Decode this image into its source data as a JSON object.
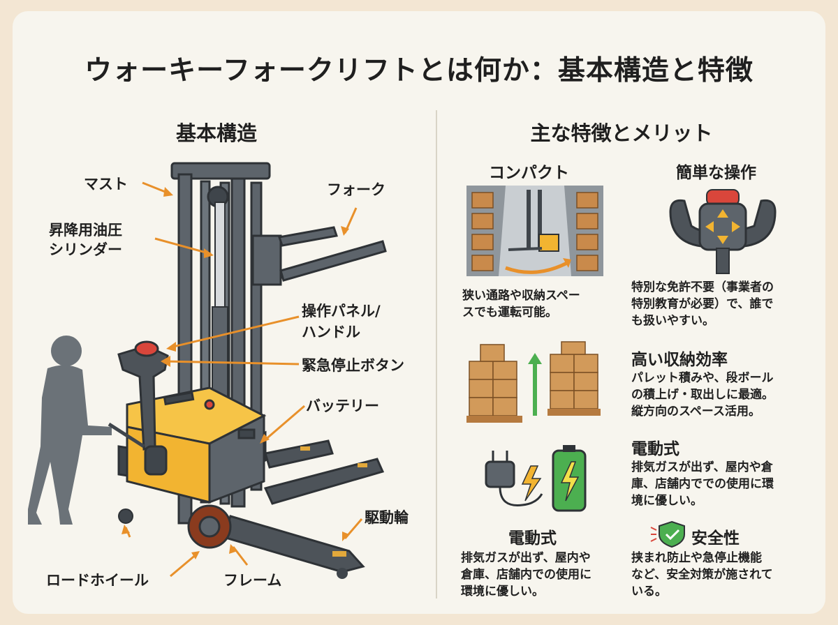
{
  "title": "ウォーキーフォークリフトとは何か：基本構造と特徴",
  "left_heading": "基本構造",
  "right_heading": "主な特徴とメリット",
  "parts": {
    "mast": "マスト",
    "fork": "フォーク",
    "cylinder": [
      "昇降用油圧",
      "シリンダー"
    ],
    "panel": [
      "操作パネル/",
      "ハンドル"
    ],
    "estop": "緊急停止ボタン",
    "battery": "バッテリー",
    "drive_wheel": "駆動輪",
    "load_wheel": "ロードホイール",
    "frame": "フレーム"
  },
  "features": {
    "compact": {
      "title": "コンパクト",
      "desc": [
        "狭い通路や収納スペー",
        "スでも運転可能。"
      ]
    },
    "easy": {
      "title": "簡単な操作",
      "desc": [
        "特別な免許不要（事業者の",
        "特別教育が必要）で、誰で",
        "も扱いやすい。"
      ]
    },
    "storage": {
      "title": "高い収納効率",
      "desc": [
        "パレット積みや、段ボール",
        "の積上げ・取出しに最適。",
        "縦方向のスペース活用。"
      ]
    },
    "electric_right": {
      "title": "電動式",
      "desc": [
        "排気ガスが出ず、屋内や倉",
        "庫、店舗内ででの使用に環",
        "境に優しい。"
      ]
    },
    "electric": {
      "title": "電動式",
      "desc": [
        "排気ガスが出ず、屋内や",
        "倉庫、店舗内での使用に",
        "環境に優しい。"
      ]
    },
    "safety": {
      "title": "安全性",
      "desc": [
        "挟まれ防止や急停止機能",
        "など、安全対策が施されて",
        "いる。"
      ]
    }
  },
  "colors": {
    "accent": "#e8902a",
    "body": "#f2b431",
    "metal": "#5d646b",
    "dark": "#3f454b",
    "green": "#4caf50"
  }
}
